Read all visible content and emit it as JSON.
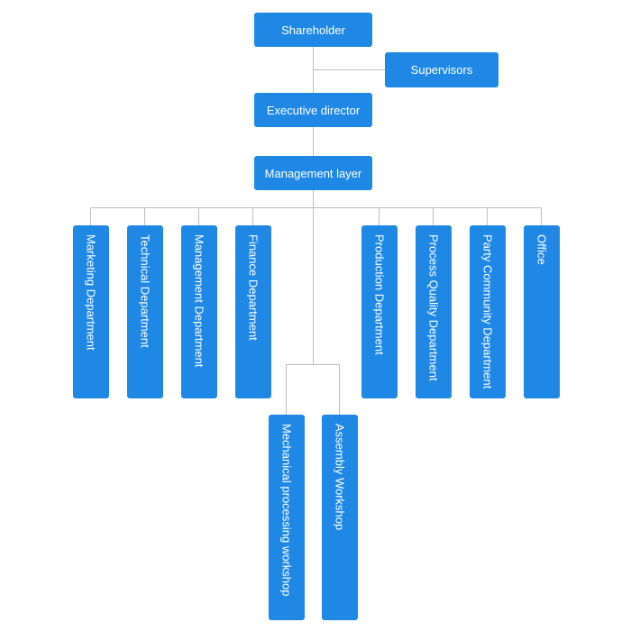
{
  "colors": {
    "node_fill": "#1f88e5",
    "node_text": "#ffffff",
    "connector": "#b9bec4",
    "background": "#ffffff"
  },
  "nodes": {
    "shareholder": "Shareholder",
    "supervisors": "Supervisors",
    "executive_director": "Executive director",
    "management_layer": "Management layer",
    "marketing_department": "Marketing Department",
    "technical_department": "Technical Department",
    "management_department": "Management Department",
    "finance_department": "Finance Department",
    "production_department": "Production Department",
    "process_quality_department": "Process Quality Department",
    "party_community_department": "Party Community Department",
    "office": "Office",
    "mechanical_processing_workshop": "Mechanical processing workshop",
    "assembly_workshop": "Assembly Workshop"
  }
}
